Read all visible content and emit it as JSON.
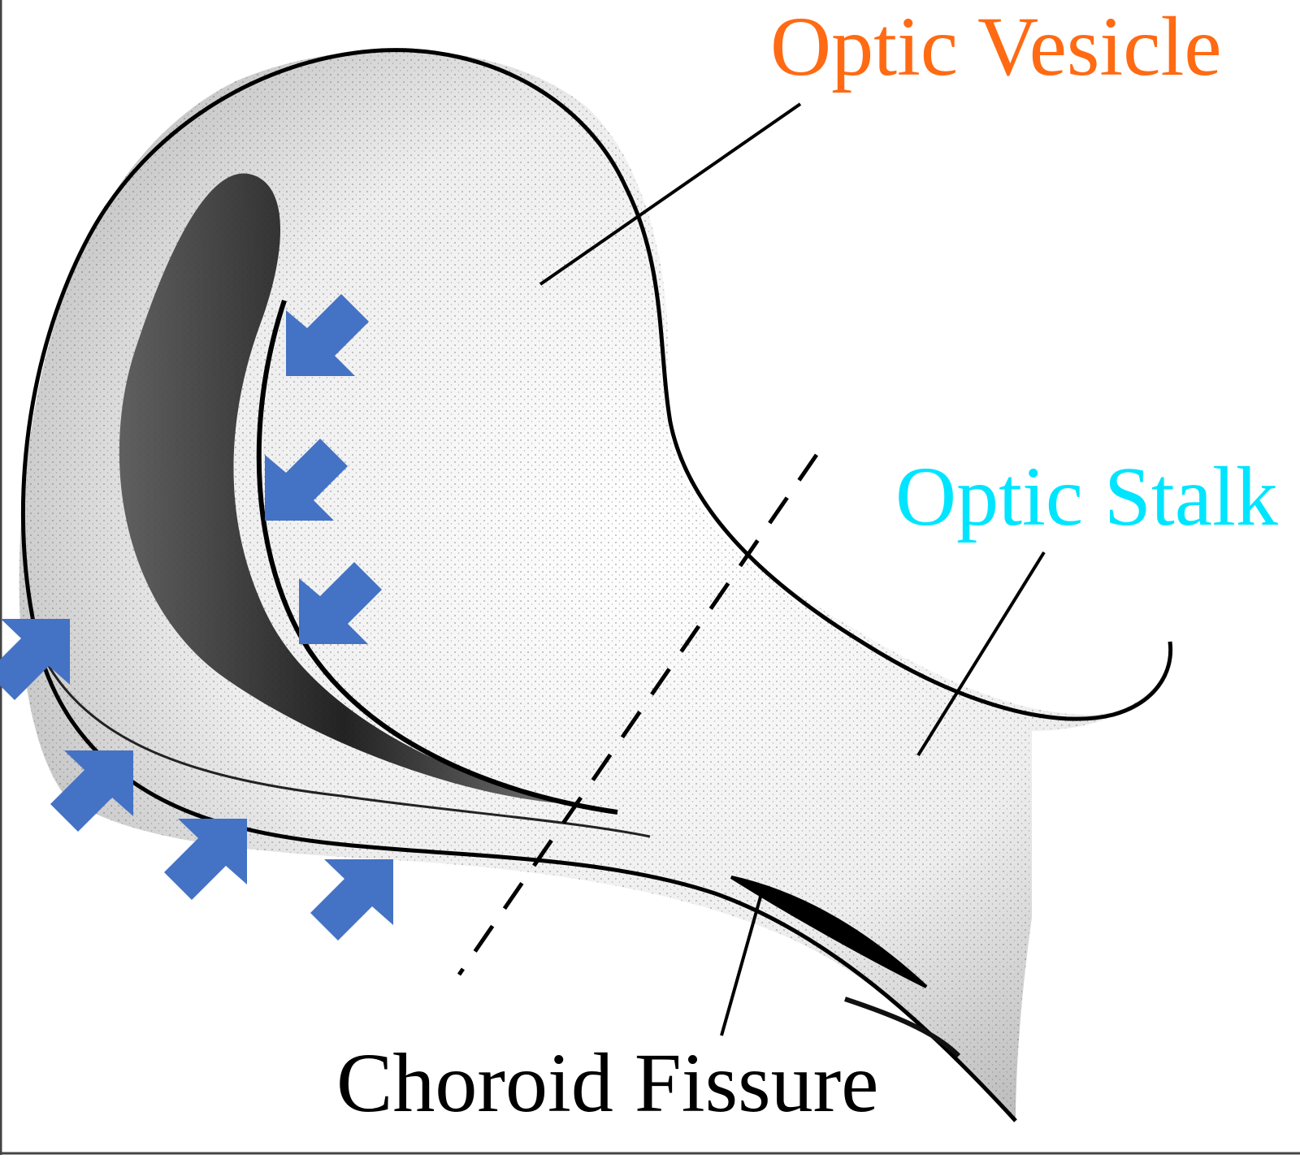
{
  "diagram": {
    "labels": {
      "optic_vesicle": "Optic Vesicle",
      "optic_stalk": "Optic Stalk",
      "choroid_fissure": "Choroid Fissure"
    },
    "colors": {
      "optic_vesicle_label": "#ff6a13",
      "optic_stalk_label": "#00e5ff",
      "choroid_fissure_label": "#000000",
      "arrows": "#4472c4",
      "outline": "#000000"
    },
    "arrows": {
      "inner_count": 3,
      "outer_count": 4
    }
  }
}
